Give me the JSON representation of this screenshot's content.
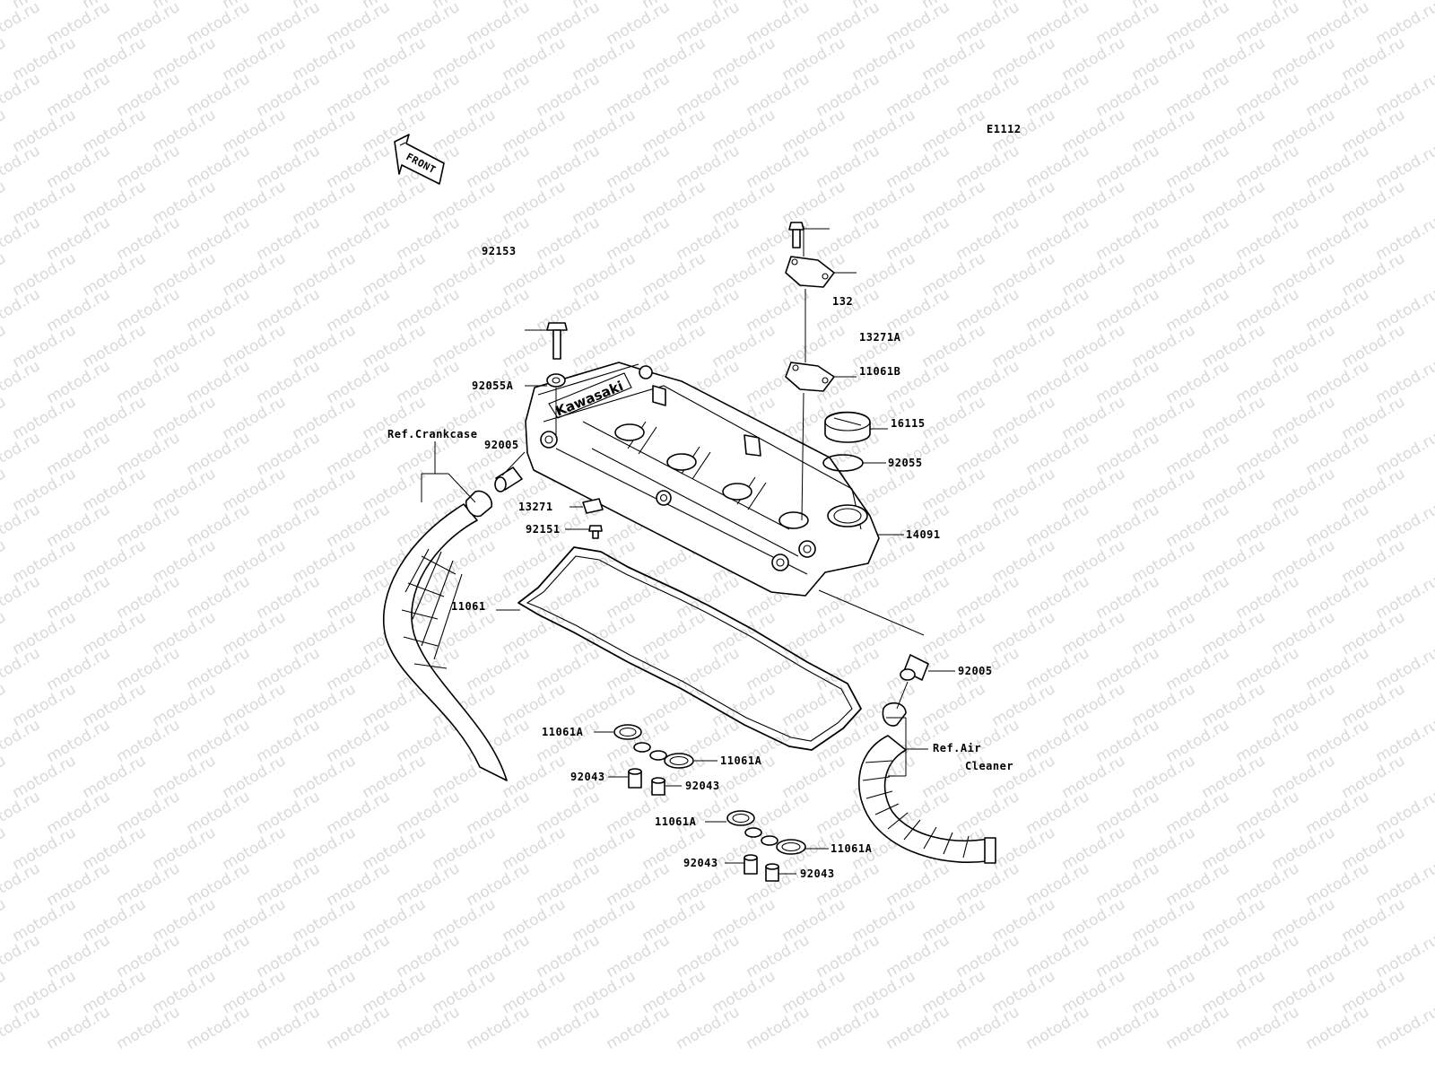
{
  "diagram": {
    "code": "E1112",
    "front_label": "FRONT",
    "brand_text": "Kawasaki",
    "watermark": "motod.ru",
    "parts": {
      "bolt_top": "132",
      "cap_13271A": "13271A",
      "gasket_11061B": "11061B",
      "oil_cap": "16115",
      "oring_92055": "92055",
      "cover": "14091",
      "bolt_92153": "92153",
      "washer_92055A": "92055A",
      "pipe_92005_left": "92005",
      "bracket_13271": "13271",
      "bolt_92151": "92151",
      "gasket_11061": "11061",
      "pipe_92005_right": "92005",
      "seal_a1": "11061A",
      "seal_a2": "11061A",
      "seal_a3": "11061A",
      "seal_a4": "11061A",
      "collar_1": "92043",
      "collar_2": "92043",
      "collar_3": "92043",
      "collar_4": "92043"
    },
    "references": {
      "crankcase": "Ref.Crankcase",
      "air_line1": "Ref.Air",
      "air_line2": "Cleaner"
    },
    "colors": {
      "line": "#000000",
      "background": "#ffffff",
      "watermark": "#d9d9d9"
    }
  }
}
